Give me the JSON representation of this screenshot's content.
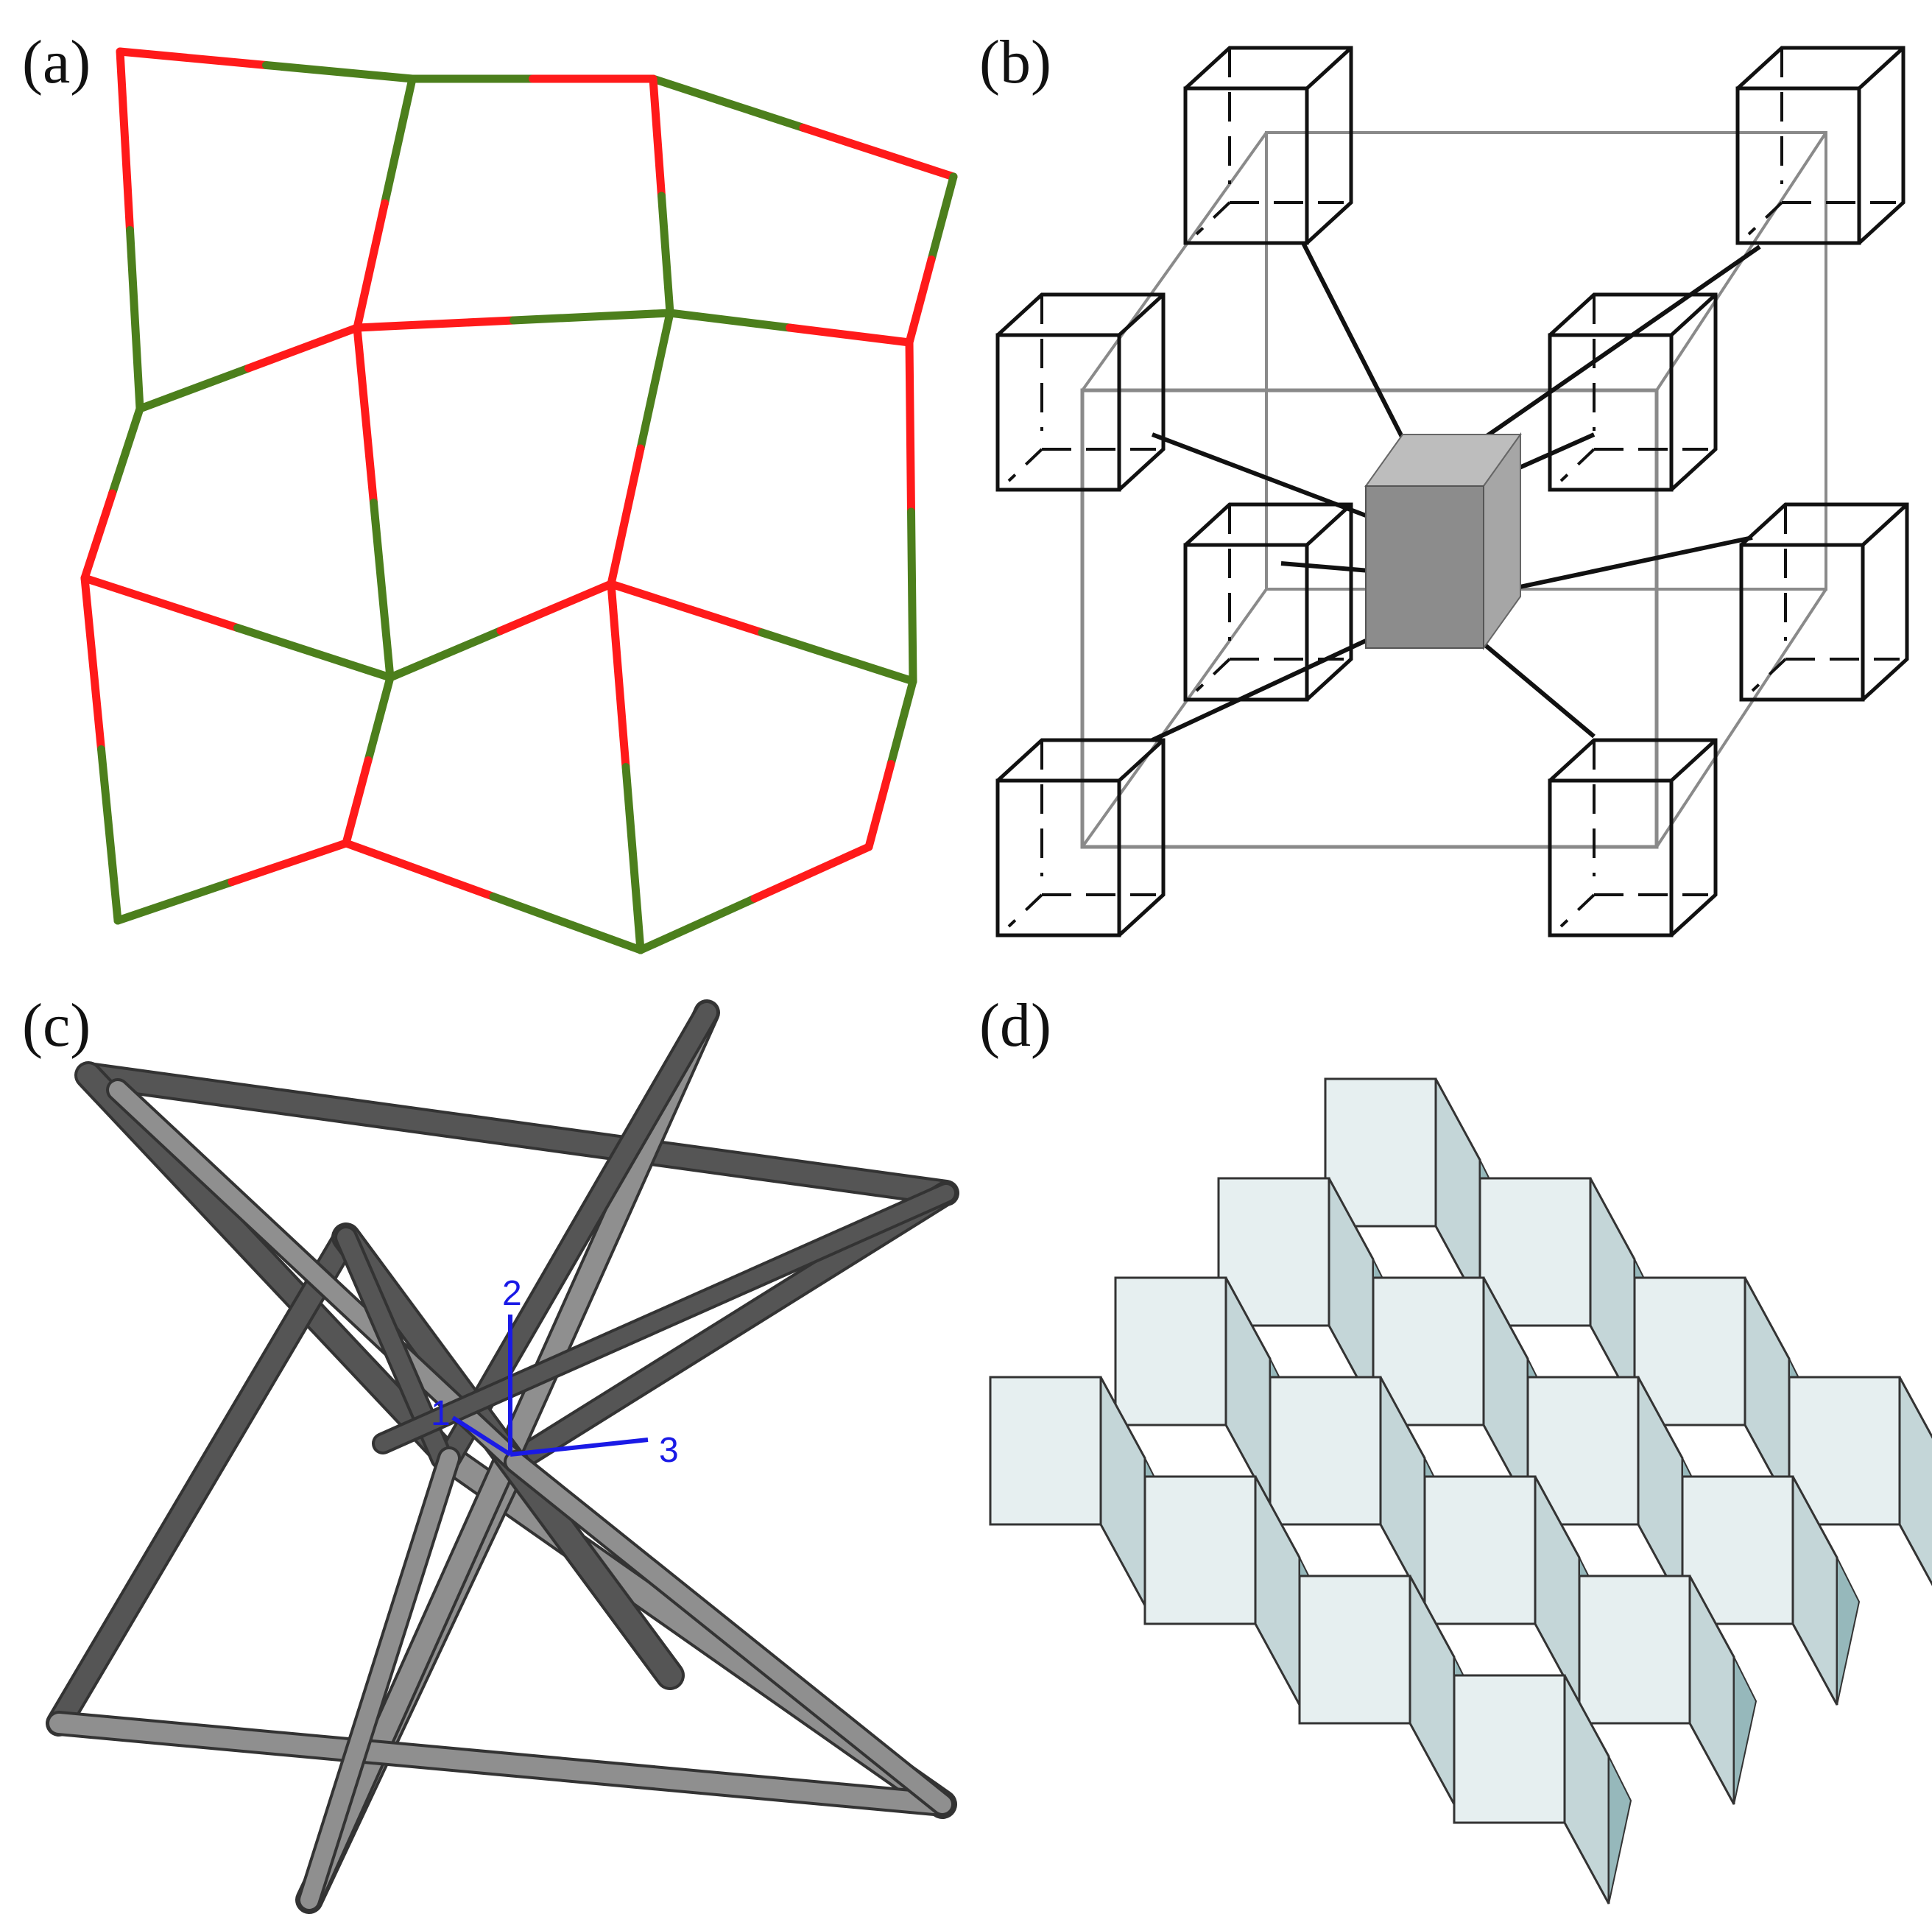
{
  "panels": [
    {
      "id": "a",
      "label": "(a)"
    },
    {
      "id": "b",
      "label": "(b)"
    },
    {
      "id": "c",
      "label": "(c)"
    },
    {
      "id": "d",
      "label": "(d)"
    }
  ],
  "axes": {
    "x1": "1",
    "x2": "2",
    "x3": "3"
  },
  "colors": {
    "strut_red": "#ff1a1a",
    "strut_green": "#4c7f1c",
    "frame_black": "#111111",
    "frame_gray": "#8a8a8a",
    "center_front": "#8c8c8c",
    "center_top": "#bdbdbd",
    "center_side": "#a6a6a6",
    "rod_dark": "#555555",
    "rod_light": "#8f8f8f",
    "axis_blue": "#1a1ae6",
    "honey_top": "#e6eff0",
    "honey_side": "#c4d6d8",
    "honey_dark": "#96b8bb",
    "honey_edge": "#333333"
  }
}
